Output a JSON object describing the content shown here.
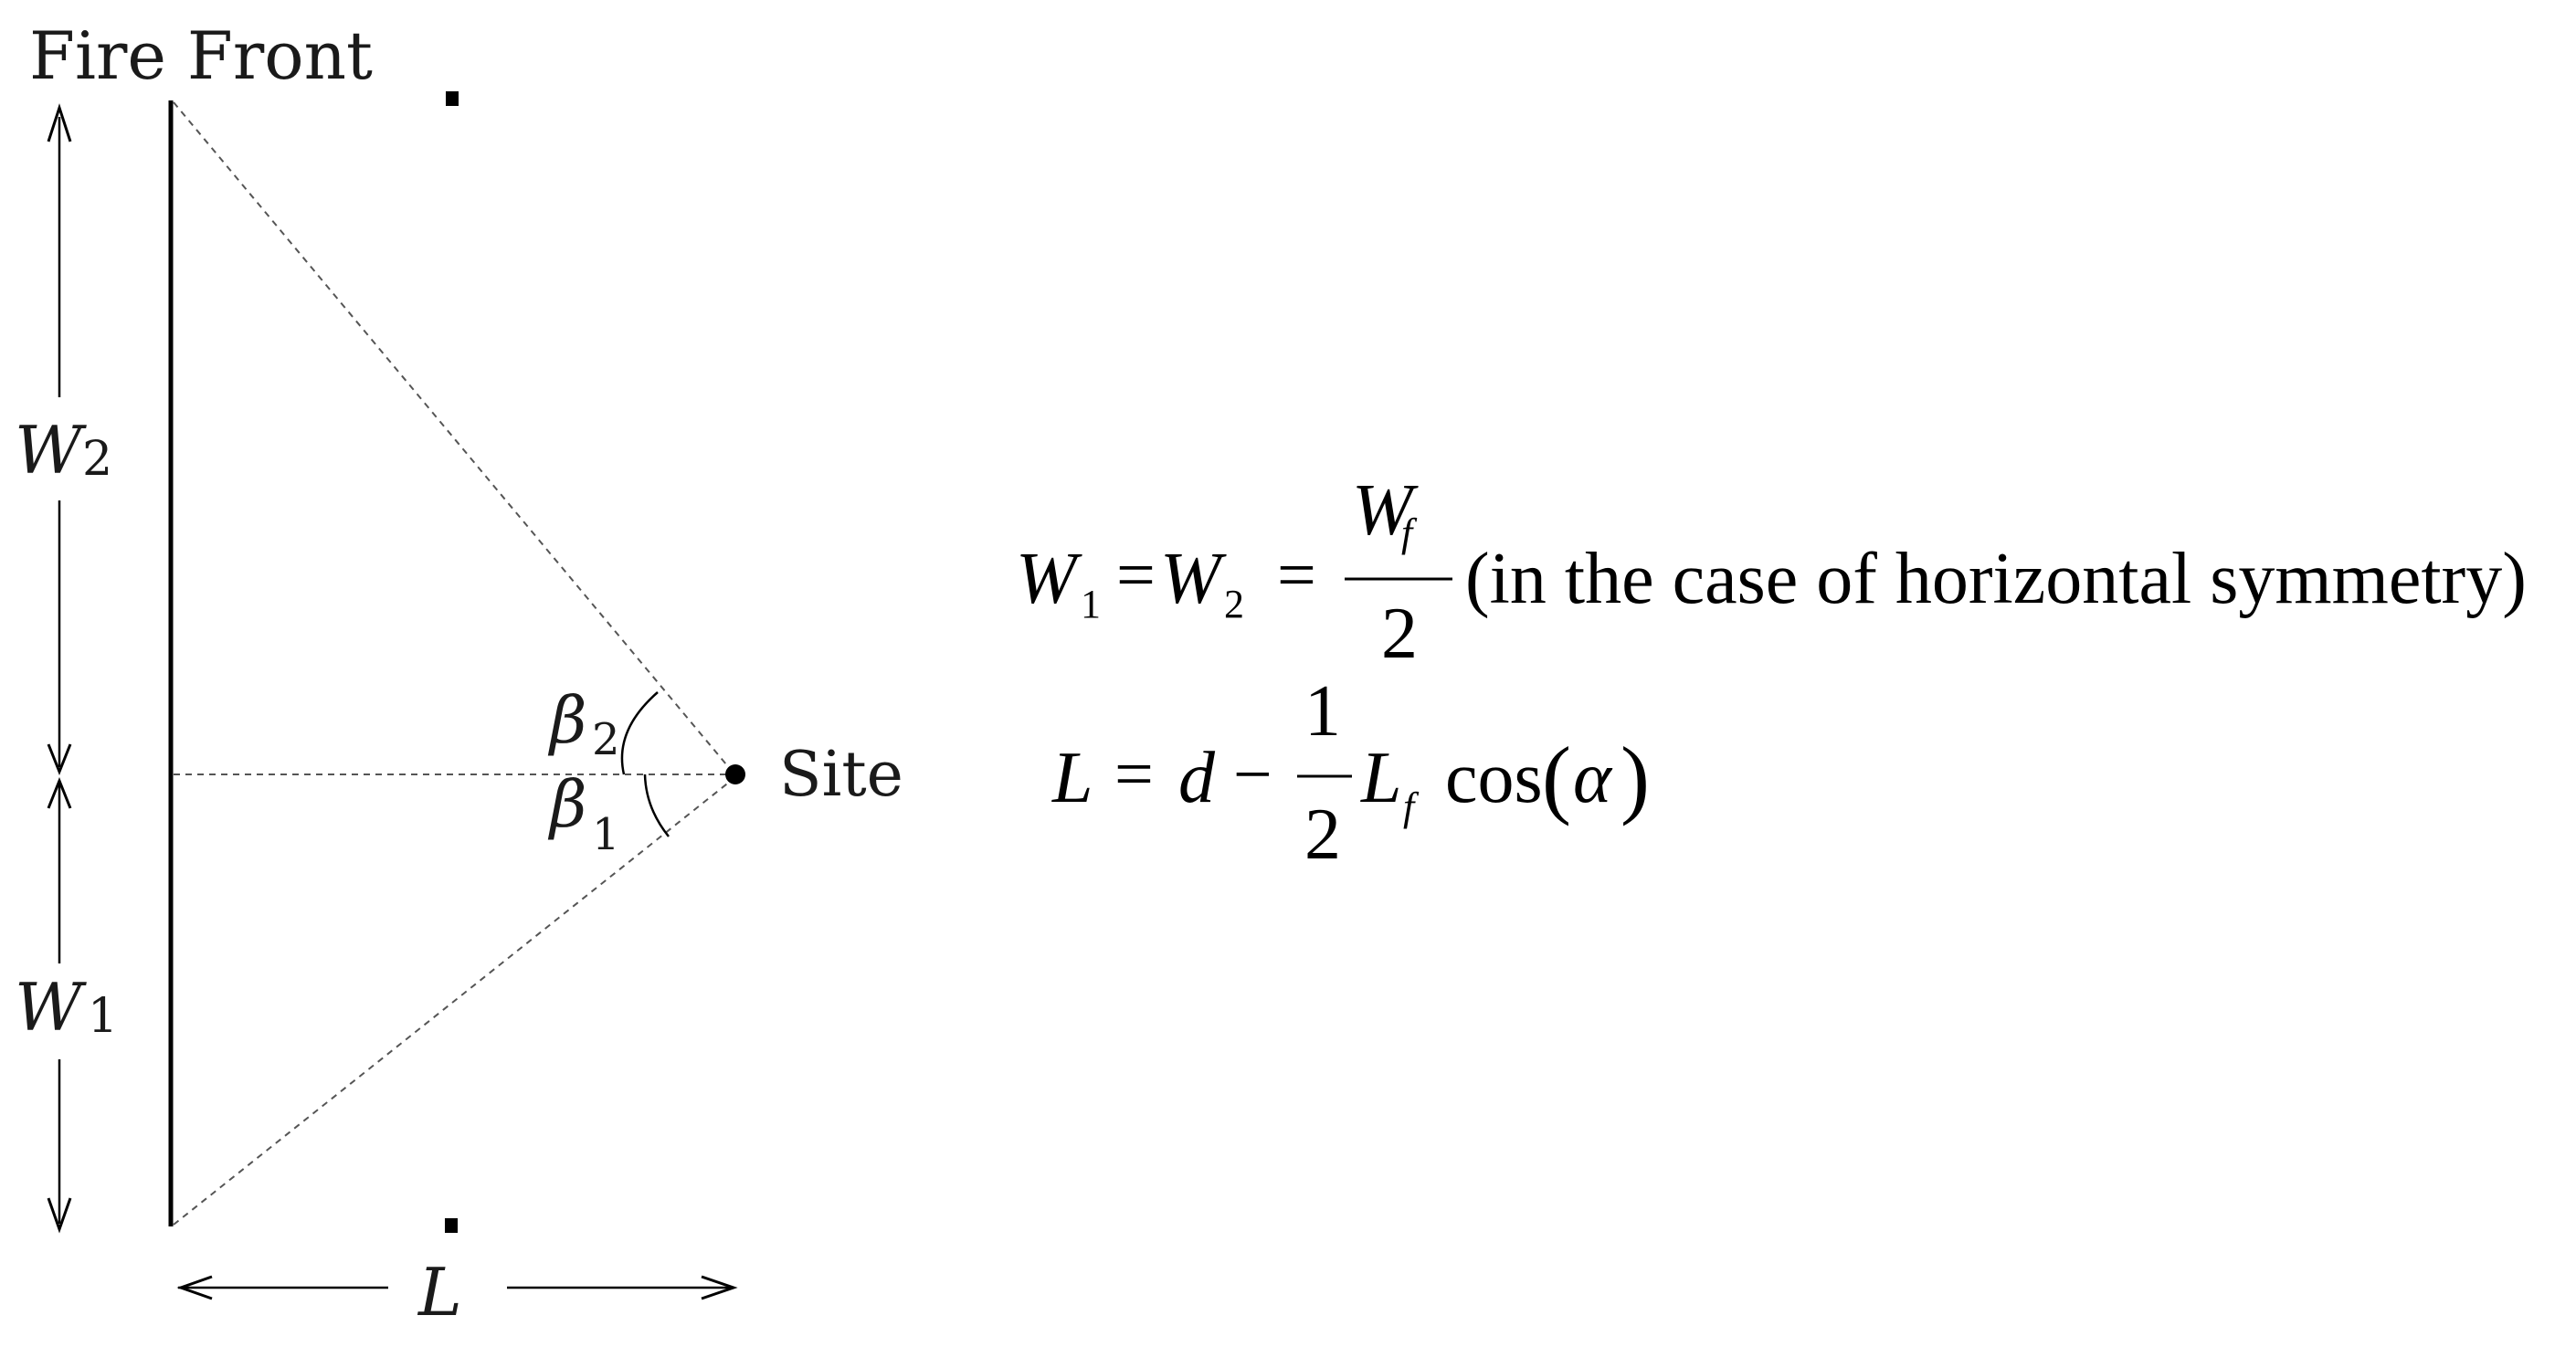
{
  "labels": {
    "fire_front": "Fire Front",
    "site": "Site",
    "w2_main": "W",
    "w2_sub": "2",
    "w1_main": "W",
    "w1_sub": "1",
    "beta2_main": "β",
    "beta2_sub": "2",
    "beta1_main": "β",
    "beta1_sub": "1",
    "l_main": "L"
  },
  "equations": {
    "eq1": {
      "w": "W",
      "sub1": "1",
      "equals1": "=",
      "sub2": "2",
      "equals2": "=",
      "numerator_main": "W",
      "numerator_sub": "f",
      "denominator": "2",
      "note": "(in the case of horizontal symmetry)"
    },
    "eq2": {
      "lhs": "L",
      "equals": "=",
      "d": "d",
      "minus": "−",
      "numerator": "1",
      "denominator": "2",
      "l_main": "L",
      "l_sub": "f",
      "cos": "cos",
      "open_paren": "(",
      "alpha": "α",
      "close_paren": ")"
    }
  }
}
